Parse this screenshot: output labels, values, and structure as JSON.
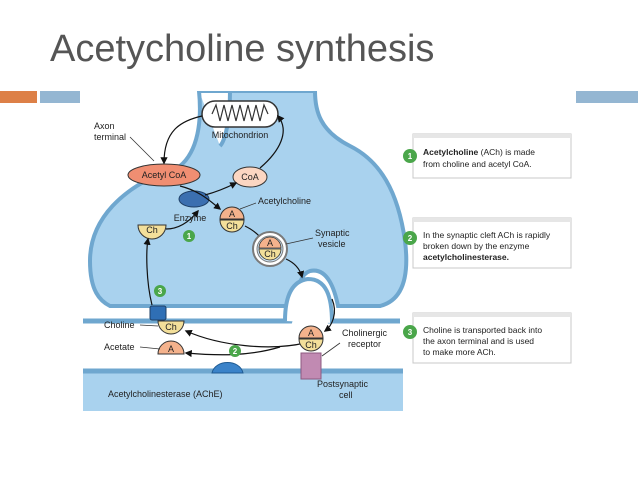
{
  "slide": {
    "title": "Acetycholine synthesis"
  },
  "diagram": {
    "labels": {
      "axon_terminal_line1": "Axon",
      "axon_terminal_line2": "terminal",
      "mitochondrion": "Mitochondrion",
      "acetyl_coa": "Acetyl CoA",
      "coa": "CoA",
      "enzyme": "Enzyme",
      "acetylcholine": "Acetylcholine",
      "synaptic_vesicle_line1": "Synaptic",
      "synaptic_vesicle_line2": "vesicle",
      "choline": "Choline",
      "acetate": "Acetate",
      "cholinergic_receptor_line1": "Cholinergic",
      "cholinergic_receptor_line2": "receptor",
      "ache": "Acetylcholinesterase (AChE)",
      "postsynaptic_line1": "Postsynaptic",
      "postsynaptic_line2": "cell",
      "mol_a": "A",
      "mol_ch": "Ch",
      "step1": "1",
      "step2": "2",
      "step3": "3"
    },
    "steps": [
      {
        "number": "1",
        "bold": "Acetylcholine",
        "line1_rest": " (ACh) is made",
        "line2": "from choline and acetyl CoA."
      },
      {
        "number": "2",
        "line1": "In the synaptic cleft ACh is rapidly",
        "line2": "broken down by the enzyme",
        "line3_bold": "acetylcholinesterase."
      },
      {
        "number": "3",
        "line1": "Choline is transported back into",
        "line2": "the axon terminal and is used",
        "line3": "to make more ACh."
      }
    ],
    "colors": {
      "cytoplasm": "#a9d2ee",
      "membrane": "#6fa7cf",
      "step_green": "#4aa64a",
      "molecule_a": "#f4b28c",
      "molecule_ch": "#f3df9a",
      "acetyl_coa_fill": "#f08e72",
      "coa_fill": "#fbd6c2",
      "receptor": "#c18ab2",
      "transporter": "#2f6fb5"
    }
  }
}
